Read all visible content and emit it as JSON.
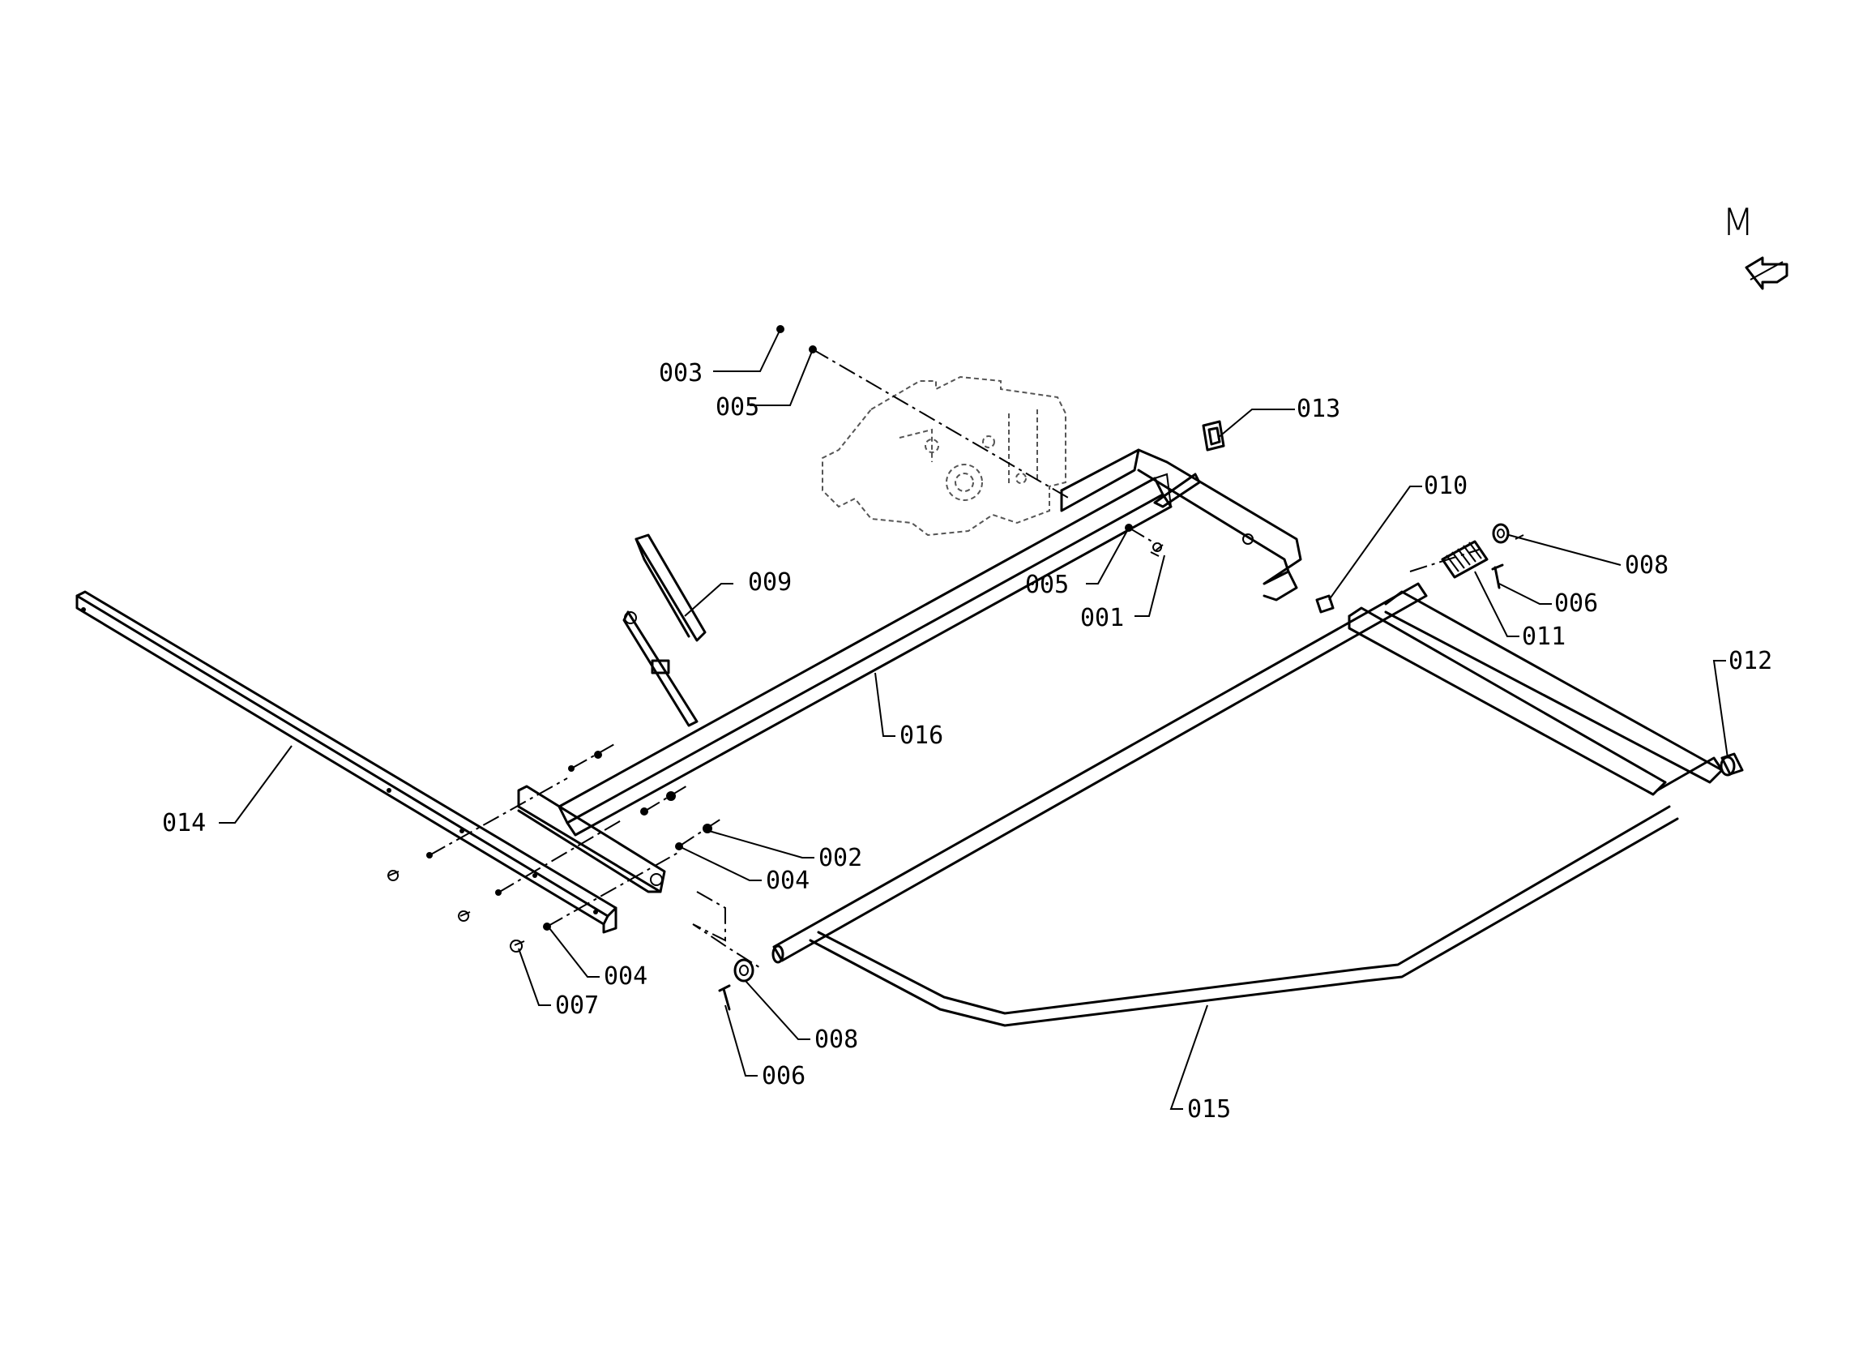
{
  "view_marker": "M",
  "callouts": [
    {
      "id": "c003",
      "text": "003"
    },
    {
      "id": "c005a",
      "text": "005"
    },
    {
      "id": "c013",
      "text": "013"
    },
    {
      "id": "c010",
      "text": "010"
    },
    {
      "id": "c008a",
      "text": "008"
    },
    {
      "id": "c009",
      "text": "009"
    },
    {
      "id": "c005b",
      "text": "005"
    },
    {
      "id": "c001",
      "text": "001"
    },
    {
      "id": "c006a",
      "text": "006"
    },
    {
      "id": "c011",
      "text": "011"
    },
    {
      "id": "c012",
      "text": "012"
    },
    {
      "id": "c016",
      "text": "016"
    },
    {
      "id": "c014",
      "text": "014"
    },
    {
      "id": "c002",
      "text": "002"
    },
    {
      "id": "c004a",
      "text": "004"
    },
    {
      "id": "c004b",
      "text": "004"
    },
    {
      "id": "c007",
      "text": "007"
    },
    {
      "id": "c008b",
      "text": "008"
    },
    {
      "id": "c006b",
      "text": "006"
    },
    {
      "id": "c015",
      "text": "015"
    }
  ]
}
